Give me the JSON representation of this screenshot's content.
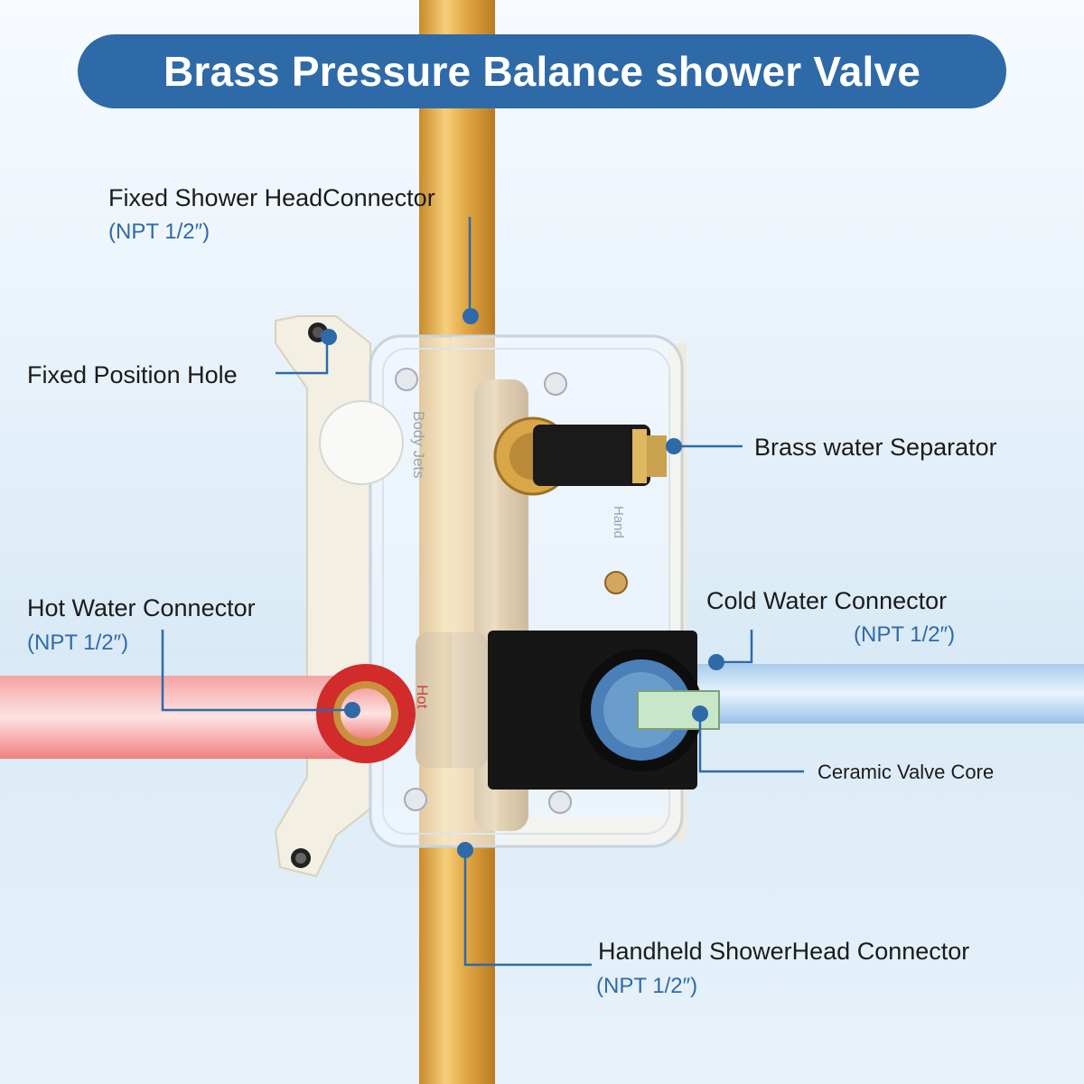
{
  "title": "Brass Pressure Balance shower Valve",
  "labels": {
    "fixed_head": "Fixed Shower HeadConnector",
    "fixed_head_spec": "(NPT 1/2″)",
    "position_hole": "Fixed Position Hole",
    "separator": "Brass water Separator",
    "hot": "Hot Water Connector",
    "hot_spec": "(NPT 1/2″)",
    "cold": "Cold Water Connector",
    "cold_spec": "(NPT 1/2″)",
    "core": "Ceramic Valve Core",
    "handheld": "Handheld ShowerHead Connector",
    "handheld_spec": "(NPT 1/2″)"
  },
  "embossed": {
    "body_jets": "Body Jets",
    "hot_mark": "Hot",
    "handheld_mark": "Hand"
  },
  "colors": {
    "accent": "#2f6aa8",
    "brass_pipe": "#e2a640",
    "hot_pipe": "#f08a8a",
    "cold_pipe": "#b9d6ef",
    "callout_dot": "#2f6aa8"
  }
}
